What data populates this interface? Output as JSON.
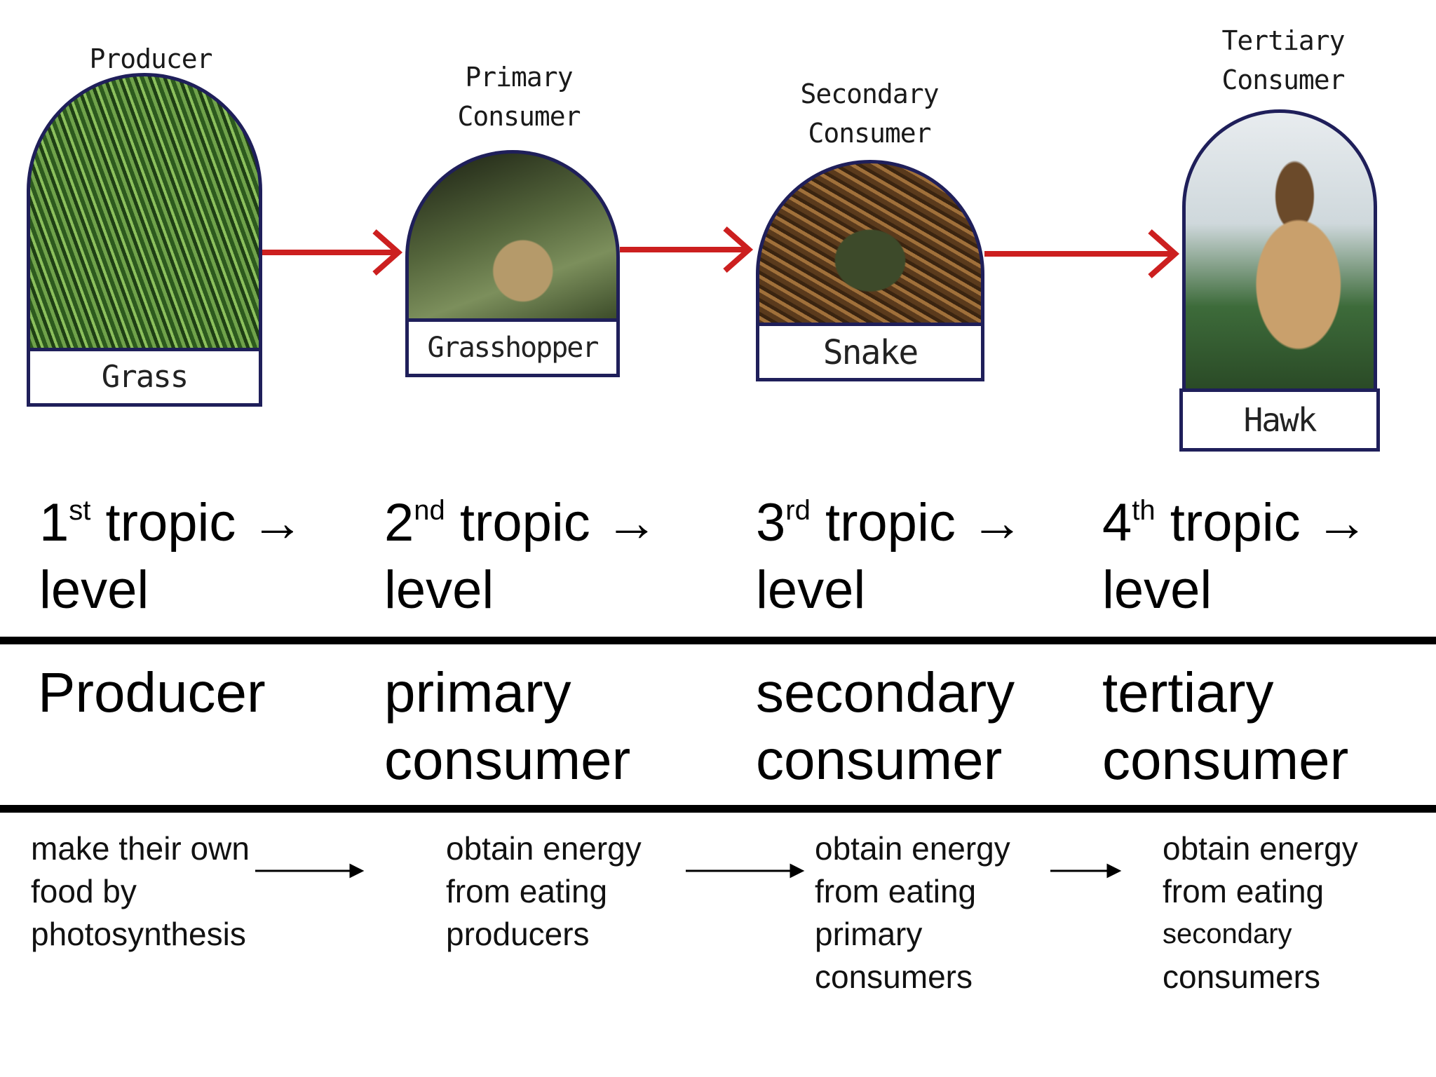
{
  "colors": {
    "arrow_red": "#cc1f1f",
    "frame_navy": "#1f1f5a"
  },
  "organisms": [
    {
      "role": [
        "Producer"
      ],
      "name": "Grass",
      "image": "grass-image"
    },
    {
      "role": [
        "Primary",
        "Consumer"
      ],
      "name": "Grasshopper",
      "image": "grasshopper-image"
    },
    {
      "role": [
        "Secondary",
        "Consumer"
      ],
      "name": "Snake",
      "image": "snake-image"
    },
    {
      "role": [
        "Tertiary",
        "Consumer"
      ],
      "name": "Hawk",
      "image": "hawk-image"
    }
  ],
  "levels": [
    {
      "num": "1",
      "sup": "st",
      "word": "tropic",
      "arrow": "→",
      "line2": "level"
    },
    {
      "num": "2",
      "sup": "nd",
      "word": "tropic",
      "arrow": "→",
      "line2": "level"
    },
    {
      "num": "3",
      "sup": "rd",
      "word": "tropic",
      "arrow": "→",
      "line2": "level"
    },
    {
      "num": "4",
      "sup": "th",
      "word": "tropic",
      "arrow": "→",
      "line2": "level"
    }
  ],
  "roles": [
    {
      "line1": "Producer",
      "line2": ""
    },
    {
      "line1": "primary",
      "line2": "consumer"
    },
    {
      "line1": "secondary",
      "line2": "consumer"
    },
    {
      "line1": "tertiary",
      "line2": "consumer"
    }
  ],
  "descriptions": [
    [
      "make their own",
      "food by",
      "photosynthesis"
    ],
    [
      "obtain energy",
      "from eating",
      "producers"
    ],
    [
      "obtain energy",
      "from eating",
      "primary",
      "consumers"
    ],
    [
      "obtain energy",
      "from eating",
      "secondary",
      "consumers"
    ]
  ]
}
